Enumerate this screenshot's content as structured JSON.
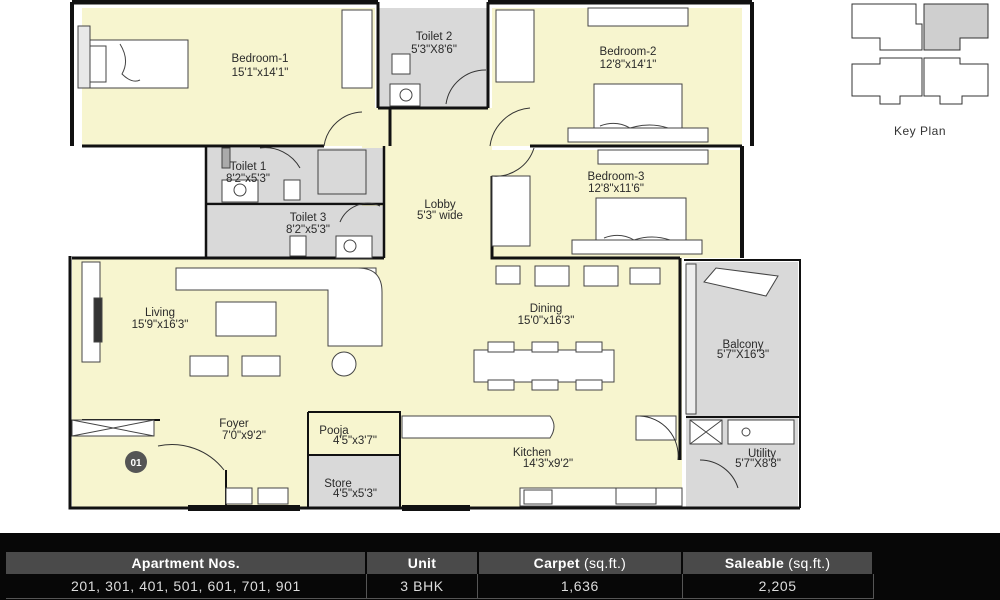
{
  "rooms": {
    "bedroom1": {
      "name": "Bedroom-1",
      "size": "15'1\"x14'1\""
    },
    "toilet2": {
      "name": "Toilet 2",
      "size": "5'3\"X8'6\""
    },
    "bedroom2": {
      "name": "Bedroom-2",
      "size": "12'8\"x14'1\""
    },
    "toilet1": {
      "name": "Toilet 1",
      "size": "8'2\"x5'3\""
    },
    "toilet3": {
      "name": "Toilet 3",
      "size": "8'2\"x5'3\""
    },
    "lobby": {
      "name": "Lobby",
      "size": "5'3\" wide"
    },
    "bedroom3": {
      "name": "Bedroom-3",
      "size": "12'8\"x11'6\""
    },
    "living": {
      "name": "Living",
      "size": "15'9\"x16'3\""
    },
    "dining": {
      "name": "Dining",
      "size": "15'0\"x16'3\""
    },
    "balcony": {
      "name": "Balcony",
      "size": "5'7\"X16'3\""
    },
    "foyer": {
      "name": "Foyer",
      "size": "7'0\"x9'2\""
    },
    "pooja": {
      "name": "Pooja",
      "size": "4'5\"x3'7\""
    },
    "kitchen": {
      "name": "Kitchen",
      "size": "14'3\"x9'2\""
    },
    "utility": {
      "name": "Utility",
      "size": "5'7\"X8'8\""
    },
    "store": {
      "name": "Store",
      "size": "4'5\"x5'3\""
    }
  },
  "entrance_marker": "01",
  "key_plan": {
    "title": "Key Plan"
  },
  "table": {
    "headers": [
      {
        "label": "Apartment Nos.",
        "unit": ""
      },
      {
        "label": "Unit",
        "unit": ""
      },
      {
        "label": "Carpet",
        "unit": "(sq.ft.)"
      },
      {
        "label": "Saleable",
        "unit": "(sq.ft.)"
      }
    ],
    "row": {
      "apartments": "201, 301, 401, 501, 601, 701, 901",
      "unit": "3 BHK",
      "carpet": "1,636",
      "saleable": "2,205"
    }
  },
  "colors": {
    "floor": "#f7f5cf",
    "wet_area": "#d7d7d7",
    "wall": "#111111",
    "footer_bg": "#070707",
    "header_bg": "#4a4a4a"
  }
}
